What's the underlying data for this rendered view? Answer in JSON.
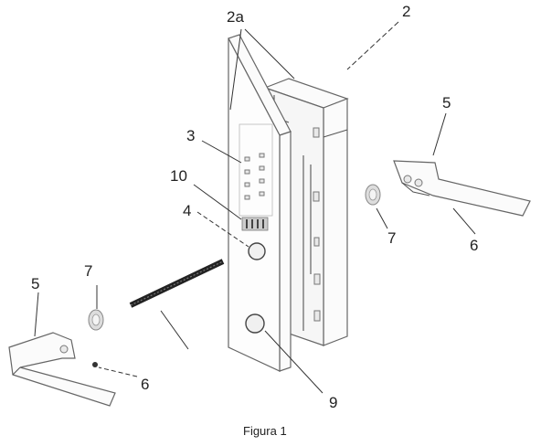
{
  "figure": {
    "caption": "Figura 1",
    "labels": {
      "l2a": "2a",
      "l2": "2",
      "l3": "3",
      "l10": "10",
      "l4": "4",
      "l5_right": "5",
      "l7_right": "7",
      "l6_right": "6",
      "l5_left": "5",
      "l7_left": "7",
      "l6_left": "6",
      "l9": "9"
    }
  }
}
